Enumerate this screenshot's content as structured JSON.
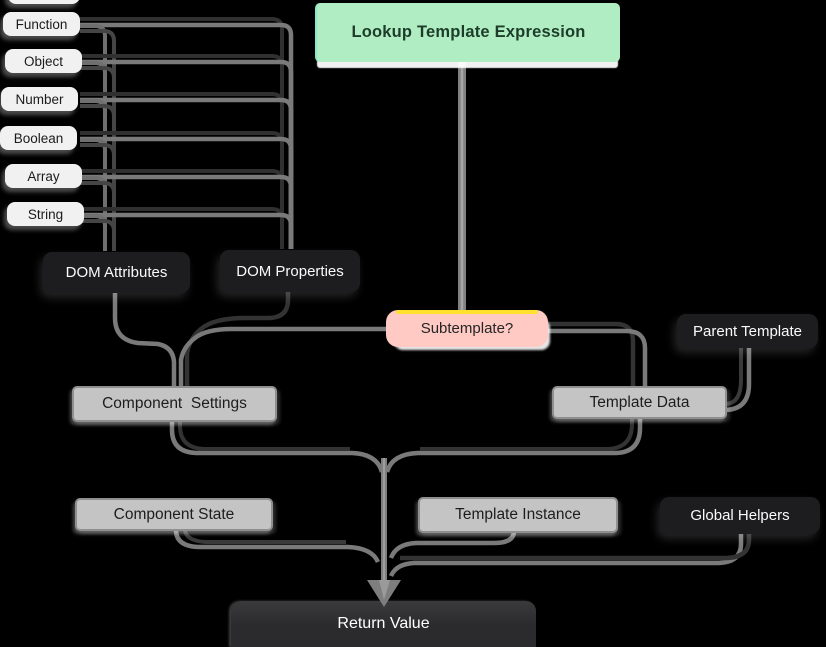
{
  "diagram": {
    "start": {
      "label": "Lookup Template Expression"
    },
    "type_nodes": [
      "Function",
      "Object",
      "Number",
      "Boolean",
      "Array",
      "String"
    ],
    "nodes": {
      "dom_attributes": "DOM Attributes",
      "dom_properties": "DOM Properties",
      "subtemplate": "Subtemplate?",
      "parent_template": "Parent Template",
      "component_settings": "Component  Settings",
      "template_data": "Template Data",
      "component_state": "Component State",
      "template_instance": "Template Instance",
      "global_helpers": "Global Helpers",
      "return_value": "Return Value"
    },
    "colors": {
      "background": "#000000",
      "start_fill": "#b1edc2",
      "start_text": "#1d3d2b",
      "decision_fill": "#ffc9c4",
      "decision_accent": "#ffe12e",
      "dark_node_fill": "#1d1d1f",
      "gray_node_fill": "#c4c4c4",
      "gray_node_border": "#8f8f8f",
      "return_node_fill": "#2b2b2d",
      "pill_fill": "#f1f1f1",
      "edge_gray": "#7a7a7a",
      "edge_dark": "#303030"
    }
  }
}
